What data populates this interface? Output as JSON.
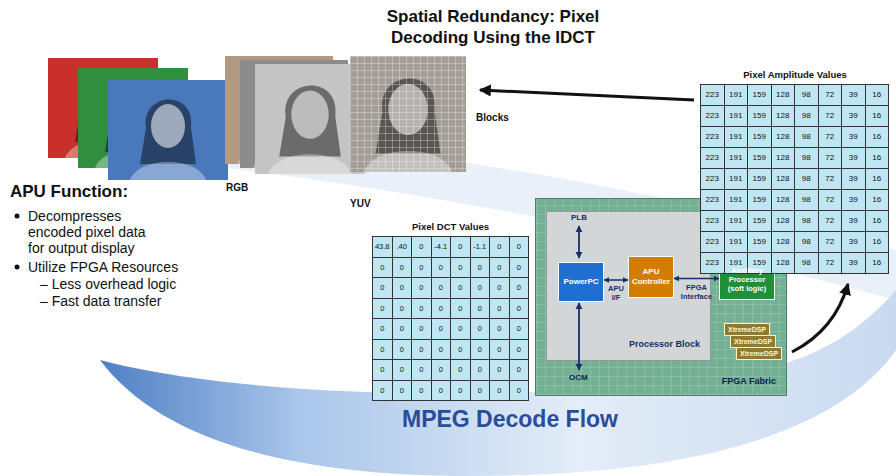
{
  "diagram": {
    "title": "Spatial Redundancy: Pixel Decoding Using the IDCT",
    "nodes": [
      {
        "text": [
          "FPGA Fabric"
        ]
      },
      {
        "text": [
          "Processor Block"
        ],
        "in": 0
      },
      {
        "text": [
          "PowerPC"
        ],
        "in": 1
      },
      {
        "text": [
          "APU Controller"
        ],
        "in": 1
      },
      {
        "text": [
          "Auxiliary Processor (soft logic)"
        ],
        "in": 0
      },
      {
        "text": [
          "XtremeDSP"
        ],
        "in": 0
      },
      {
        "text": [
          "XtremeDSP"
        ],
        "in": 0
      },
      {
        "text": [
          "XtremeDSP"
        ],
        "in": 0
      }
    ],
    "edges": [
      {
        "from": 2,
        "to": 3,
        "arrow": "both",
        "label": "APU I/F"
      },
      {
        "from": 3,
        "to": 4,
        "arrow": "both",
        "label": "FPGA Interface"
      }
    ],
    "labels": [
      "APU Function:",
      "Decompresses encoded pixel data for output display",
      "Utilize FPGA Resources",
      "– Less overhead logic",
      "– Fast data transfer",
      "RGB",
      "YUV",
      "Blocks",
      "Pixel DCT Values",
      "43.8",
      ".40",
      "0",
      "-4.1",
      "0",
      "-1.1",
      "0",
      "0",
      "0",
      "0",
      "0",
      "0",
      "0",
      "0",
      "0",
      "0",
      "0",
      "0",
      "0",
      "0",
      "0",
      "0",
      "0",
      "0",
      "0",
      "0",
      "0",
      "0",
      "0",
      "0",
      "0",
      "0",
      "0",
      "0",
      "0",
      "0",
      "0",
      "0",
      "0",
      "0",
      "0",
      "0",
      "0",
      "0",
      "0",
      "0",
      "0",
      "0",
      "0",
      "0",
      "0",
      "0",
      "0",
      "0",
      "0",
      "0",
      "0",
      "0",
      "0",
      "0",
      "0",
      "0",
      "0",
      "0",
      "Pixel Amplitude Values",
      "223",
      "191",
      "159",
      "128",
      "98",
      "72",
      "39",
      "16",
      "223",
      "191",
      "159",
      "128",
      "98",
      "72",
      "39",
      "16",
      "223",
      "191",
      "159",
      "128",
      "98",
      "72",
      "39",
      "16",
      "223",
      "191",
      "159",
      "128",
      "98",
      "72",
      "39",
      "16",
      "223",
      "191",
      "159",
      "128",
      "98",
      "72",
      "39",
      "16",
      "223",
      "191",
      "159",
      "128",
      "98",
      "72",
      "39",
      "16",
      "223",
      "191",
      "159",
      "128",
      "98",
      "72",
      "39",
      "16",
      "223",
      "191",
      "159",
      "128",
      "98",
      "72",
      "39",
      "16",
      "223",
      "191",
      "159",
      "128",
      "98",
      "72",
      "39",
      "16",
      "PLB",
      "OCM",
      "MPEG Decode Flow"
    ]
  }
}
